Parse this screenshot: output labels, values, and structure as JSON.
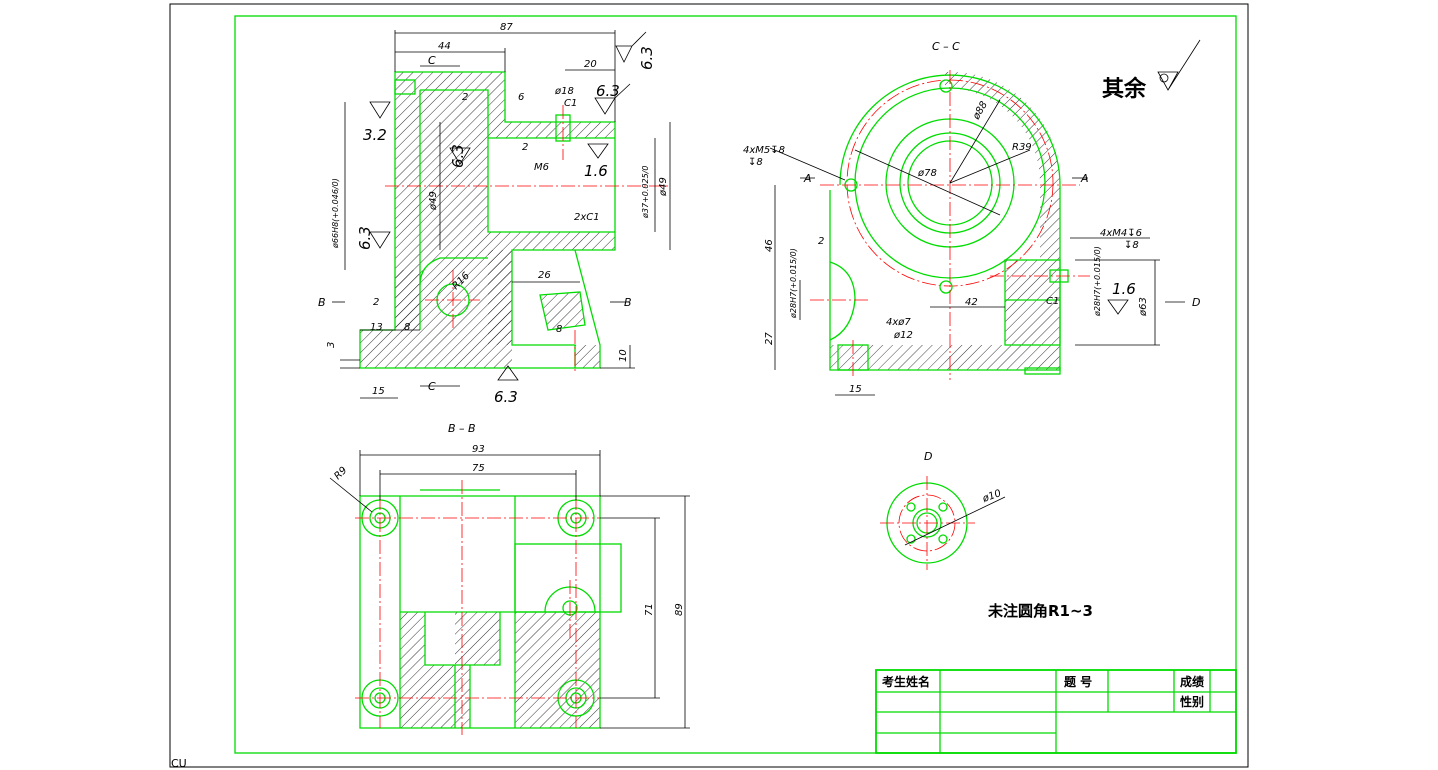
{
  "views": {
    "section_cc": "C – C",
    "section_bb": "B – B",
    "view_d": "D"
  },
  "section_marks": {
    "c": "C",
    "b": "B",
    "a": "A",
    "d": "D"
  },
  "surface_finish": {
    "general_label": "其余",
    "values": [
      "6.3",
      "3.2",
      "6.3",
      "6.3",
      "1.6",
      "6.3",
      "1.6"
    ]
  },
  "dimensions": {
    "front": [
      "87",
      "44",
      "20",
      "2",
      "6",
      "ø18",
      "C1",
      "2",
      "M6",
      "ø66H8(+0.046/0)",
      "ø49",
      "ø37+0.025/0",
      "ø49",
      "2xC1",
      "R16",
      "26",
      "8",
      "2",
      "13",
      "8",
      "3",
      "15",
      "10"
    ],
    "section_cc": [
      "4xM5↧8",
      "↧8",
      "ø88",
      "R39",
      "ø78",
      "2",
      "46",
      "ø28H7(+0.015/0)",
      "27",
      "15",
      "4xø7",
      "ø12",
      "42",
      "C1",
      "4xM4↧6",
      "↧8",
      "ø28H7(+0.015/0)",
      "ø63"
    ],
    "section_bb": [
      "93",
      "75",
      "R9",
      "71",
      "89"
    ],
    "view_d": [
      "ø10"
    ]
  },
  "notes": {
    "fillet": "未注圆角R1~3"
  },
  "title_block": {
    "name_label": "考生姓名",
    "number_label": "题  号",
    "score_label": "成绩",
    "sex_label": "性别"
  },
  "corner_text": "CU"
}
